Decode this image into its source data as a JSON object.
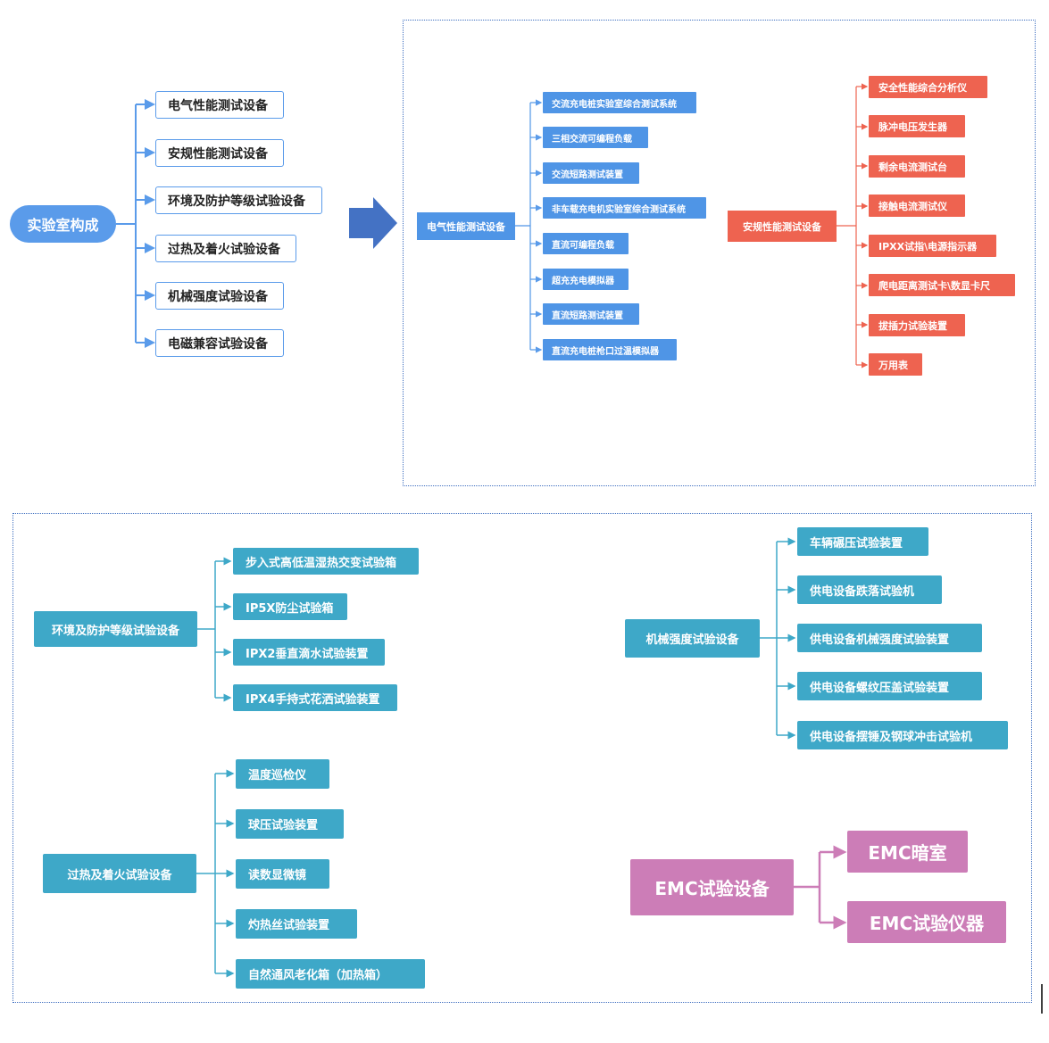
{
  "overview": {
    "root": "实验室构成",
    "categories": [
      "电气性能测试设备",
      "安规性能测试设备",
      "环境及防护等级试验设备",
      "过热及着火试验设备",
      "机械强度试验设备",
      "电磁兼容试验设备"
    ]
  },
  "electrical": {
    "title": "电气性能测试设备",
    "items": [
      "交流充电桩实验室综合测试系统",
      "三相交流可编程负载",
      "交流短路测试装置",
      "非车载充电机实验室综合测试系统",
      "直流可编程负载",
      "超充充电模拟器",
      "直流短路测试装置",
      "直流充电桩枪口过温模拟器"
    ]
  },
  "safety": {
    "title": "安规性能测试设备",
    "items": [
      "安全性能综合分析仪",
      "脉冲电压发生器",
      "剩余电流测试台",
      "接触电流测试仪",
      "IPXX试指\\电源指示器",
      "爬电距离测试卡\\数显卡尺",
      "拔插力试验装置",
      "万用表"
    ]
  },
  "environment": {
    "title": "环境及防护等级试验设备",
    "items": [
      "步入式高低温湿热交变试验箱",
      "IP5X防尘试验箱",
      "IPX2垂直滴水试验装置",
      "IPX4手持式花洒试验装置"
    ]
  },
  "mechanical": {
    "title": "机械强度试验设备",
    "items": [
      "车辆碾压试验装置",
      "供电设备跌落试验机",
      "供电设备机械强度试验装置",
      "供电设备螺纹压盖试验装置",
      "供电设备摆锤及钢球冲击试验机"
    ]
  },
  "overheat": {
    "title": "过热及着火试验设备",
    "items": [
      "温度巡检仪",
      "球压试验装置",
      "读数显微镜",
      "灼热丝试验装置",
      "自然通风老化箱（加热箱）"
    ]
  },
  "emc": {
    "title": "EMC试验设备",
    "items": [
      "EMC暗室",
      "EMC试验仪器"
    ]
  },
  "colors": {
    "blue": "#4f95e6",
    "red": "#ee6350",
    "teal": "#3ea8c8",
    "pink": "#cc7db7",
    "arrow": "#4472c4"
  }
}
